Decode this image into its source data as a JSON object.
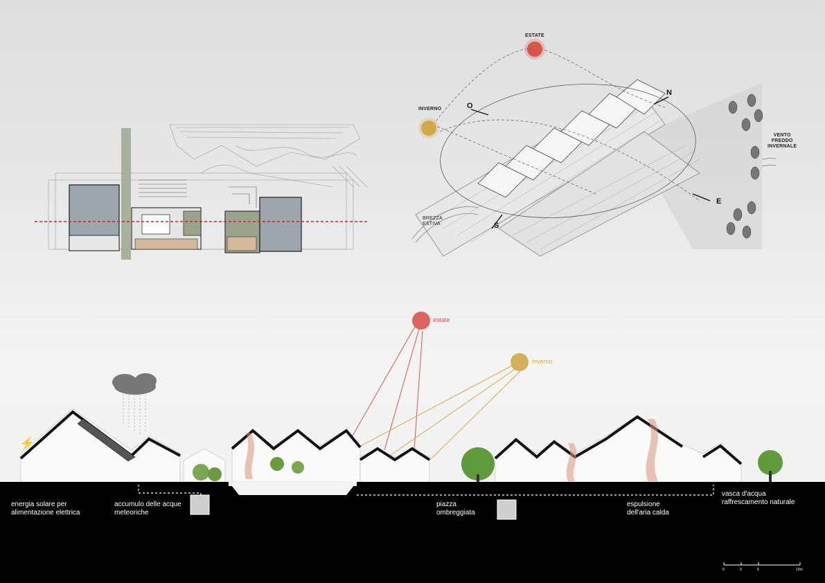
{
  "axonometric": {
    "estate": "ESTATE",
    "inverno": "INVERNO",
    "north": "N",
    "south": "S",
    "east": "E",
    "west": "O",
    "vento": "VENTO\nFREDDO\nINVERNALE",
    "brezza": "BREZZA\nESTIVA"
  },
  "section": {
    "sun_summer": "estate",
    "sun_winter": "inverno",
    "labels": [
      "energia solare per\nalimentazione elettrica",
      "accumulo delle acque\nmeteoriche",
      "piazza\nombreggiata",
      "espulsione\ndell'aria calda",
      "vasca d'acqua\nraffrescamento naturale"
    ],
    "scale_ticks": [
      "0",
      "3",
      "6",
      "12m"
    ]
  },
  "colors": {
    "summer": "#d9554a",
    "winter": "#d2a94a",
    "section_cut": "#d0202a",
    "ground": "#000000",
    "roof": "#111111",
    "tree": "#5f9a3c"
  },
  "icons": [
    "sun-icon",
    "cloud-rain-icon",
    "lightning-icon",
    "tree-icon",
    "wind-icon",
    "car-icon"
  ]
}
